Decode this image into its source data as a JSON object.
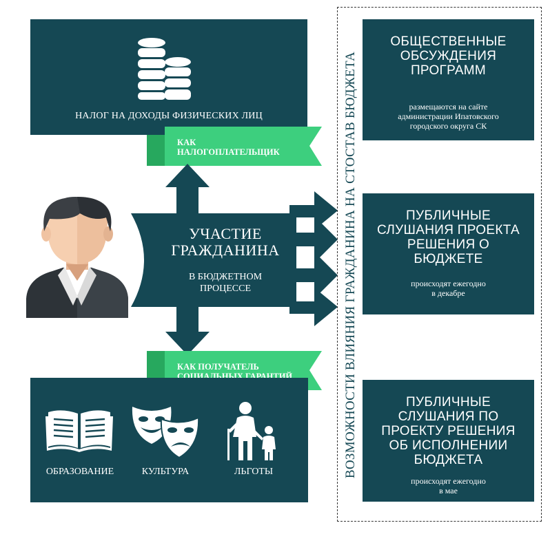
{
  "top": {
    "label": "НАЛОГ НА ДОХОДЫ ФИЗИЧЕСКИХ ЛИЦ",
    "ribbon_line1": "КАК",
    "ribbon_line2": "НАЛОГОПЛАТЕЛЬЩИК"
  },
  "center": {
    "title_line1": "УЧАСТИЕ",
    "title_line2": "ГРАЖДАНИНА",
    "sub_line1": "В БЮДЖЕТНОМ",
    "sub_line2": "ПРОЦЕССЕ"
  },
  "bottom": {
    "ribbon_line1": "КАК ПОЛУЧАТЕЛЬ",
    "ribbon_line2": "СОЦИАЛЬНЫХ ГАРАНТИЙ",
    "items": [
      {
        "label": "ОБРАЗОВАНИЕ",
        "icon": "book-icon"
      },
      {
        "label": "КУЛЬТУРА",
        "icon": "theater-masks-icon"
      },
      {
        "label": "ЛЬГОТЫ",
        "icon": "elderly-child-icon"
      }
    ]
  },
  "vertical_label": "ВОЗМОЖНОСТИ ВЛИЯНИЯ ГРАЖДАНИНА НА СТОСТАВ БЮДЖЕТА",
  "right": [
    {
      "title_lines": [
        "ОБЩЕСТВЕННЫЕ",
        "ОБСУЖДЕНИЯ",
        "ПРОГРАММ"
      ],
      "note_lines": [
        "размещаются на сайте",
        "администрации Ипатовского",
        "городского округа СК"
      ]
    },
    {
      "title_lines": [
        "ПУБЛИЧНЫЕ",
        "СЛУШАНИЯ ПРОЕКТА",
        "РЕШЕНИЯ О",
        "БЮДЖЕТЕ"
      ],
      "note_lines": [
        "происходят ежегодно",
        "в декабре"
      ]
    },
    {
      "title_lines": [
        "ПУБЛИЧНЫЕ",
        "СЛУШАНИЯ ПО",
        "ПРОЕКТУ РЕШЕНИЯ",
        "ОБ ИСПОЛНЕНИИ",
        "БЮДЖЕТА"
      ],
      "note_lines": [
        "происходят ежегодно",
        "в мае"
      ]
    }
  ],
  "colors": {
    "panel": "#154854",
    "ribbon": "#3dcf7e",
    "ribbon_dark": "#27a85e",
    "text_light": "#ffffff"
  }
}
